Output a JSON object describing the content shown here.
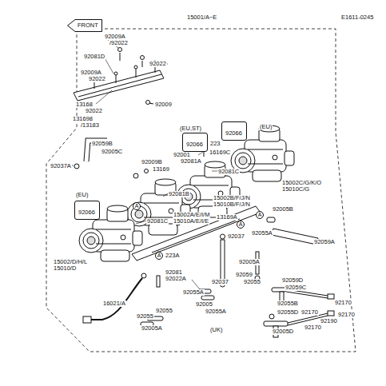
{
  "diagram": {
    "title": "15001/A~E",
    "nodes": [
      {
        "text": [
          "FRONT"
        ]
      },
      {
        "text": [
          "92066"
        ]
      },
      {
        "text": [
          "92066"
        ]
      },
      {
        "text": [
          "92066"
        ]
      }
    ],
    "labels": [
      "E1611-0245",
      "92009A",
      "/92022",
      "92081D",
      "92022",
      "92009A",
      "92022",
      "13168",
      "92009",
      "92022",
      "131698",
      "/13183",
      "(EU,ST)",
      "(EU)",
      "92059B",
      "223",
      "92005C",
      "16169C",
      "92001",
      "92081A",
      "92009B",
      "92037A",
      "13169",
      "92081C",
      "15002C/G/K/O",
      "15010C/G",
      "(EU)",
      "92081B",
      "15002B/F/J/N",
      "15010B/F/J/N",
      "A",
      "92005B",
      "A",
      "13169A",
      "15002A/E/I/M",
      "15010A/E/I/E",
      "92081C",
      "92055A",
      "A",
      "92037",
      "92059A",
      "223A",
      "A",
      "15002/D/H/L",
      "92005A",
      "15010/D",
      "92081",
      "92059",
      "92022A",
      "92055",
      "92037",
      "92059D",
      "92059C",
      "92055A",
      "16021/A",
      "92055B",
      "92170",
      "92005",
      "92055",
      "92055A",
      "92055D",
      "92170",
      "92170",
      "92055",
      "92190",
      "92170",
      "92005A",
      "(UK)",
      "92005D"
    ]
  }
}
